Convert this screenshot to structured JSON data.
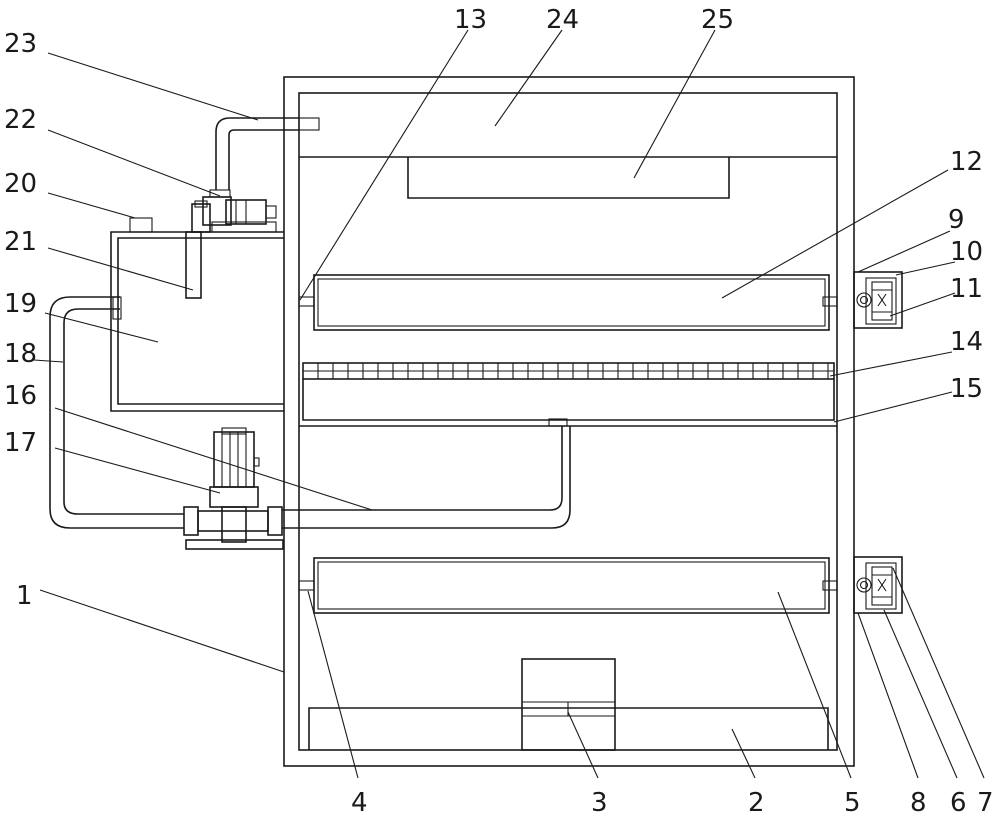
{
  "diagram": {
    "labels": [
      {
        "id": "1",
        "text": "1"
      },
      {
        "id": "2",
        "text": "2"
      },
      {
        "id": "3",
        "text": "3"
      },
      {
        "id": "4",
        "text": "4"
      },
      {
        "id": "5",
        "text": "5"
      },
      {
        "id": "6",
        "text": "6"
      },
      {
        "id": "7",
        "text": "7"
      },
      {
        "id": "8",
        "text": "8"
      },
      {
        "id": "9",
        "text": "9"
      },
      {
        "id": "10",
        "text": "10"
      },
      {
        "id": "11",
        "text": "11"
      },
      {
        "id": "12",
        "text": "12"
      },
      {
        "id": "13",
        "text": "13"
      },
      {
        "id": "14",
        "text": "14"
      },
      {
        "id": "15",
        "text": "15"
      },
      {
        "id": "16",
        "text": "16"
      },
      {
        "id": "17",
        "text": "17"
      },
      {
        "id": "18",
        "text": "18"
      },
      {
        "id": "19",
        "text": "19"
      },
      {
        "id": "20",
        "text": "20"
      },
      {
        "id": "21",
        "text": "21"
      },
      {
        "id": "22",
        "text": "22"
      },
      {
        "id": "23",
        "text": "23"
      },
      {
        "id": "24",
        "text": "24"
      },
      {
        "id": "25",
        "text": "25"
      }
    ]
  }
}
